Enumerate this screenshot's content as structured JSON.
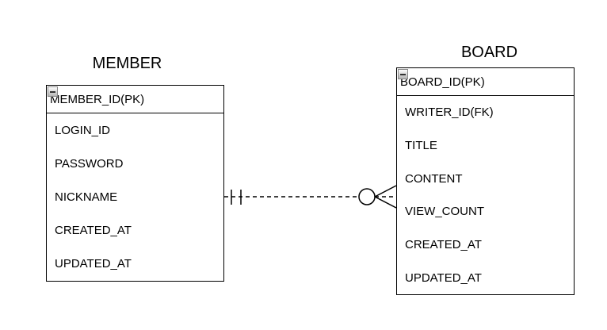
{
  "diagram": {
    "entities": [
      {
        "id": "member",
        "title": "MEMBER",
        "header": "MEMBER_ID(PK)",
        "rows": [
          "LOGIN_ID",
          "PASSWORD",
          "NICKNAME",
          "CREATED_AT",
          "UPDATED_AT"
        ]
      },
      {
        "id": "board",
        "title": "BOARD",
        "header": "BOARD_ID(PK)",
        "rows": [
          "WRITER_ID(FK)",
          "TITLE",
          "CONTENT",
          "VIEW_COUNT",
          "CREATED_AT",
          "UPDATED_AT"
        ]
      }
    ],
    "relationship": {
      "from_entity": "MEMBER",
      "to_entity": "BOARD",
      "from_cardinality": "exactly one (||)",
      "to_cardinality": "zero or many (o<)",
      "line_style": "dashed"
    },
    "colors": {
      "background": "#ffffff",
      "stroke": "#000000",
      "text": "#000000",
      "collapse_icon_fill": "#c9c9c9",
      "collapse_icon_border": "#8a8a8a"
    },
    "icons": {
      "collapse": "minus-in-square"
    }
  }
}
